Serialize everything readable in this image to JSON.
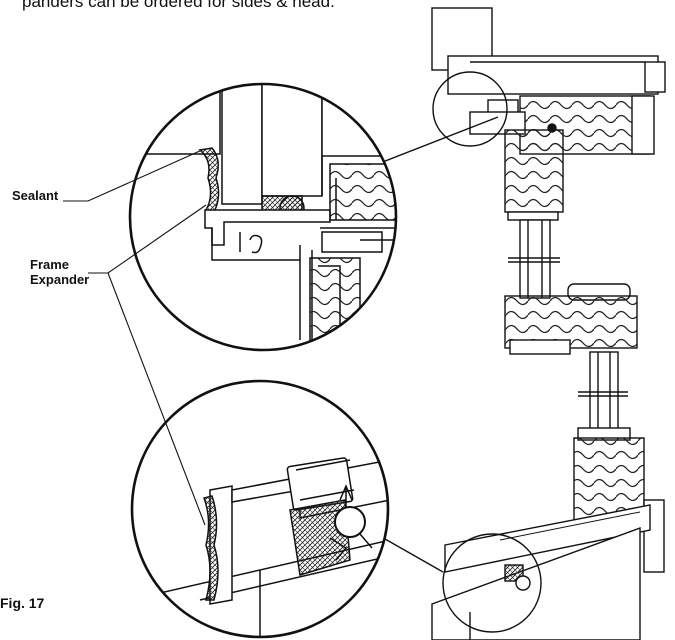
{
  "caption": "panders can be ordered for sides & head.",
  "labels": {
    "sealant": "Sealant",
    "frame_expander_line1": "Frame",
    "frame_expander_line2": "Expander",
    "figure": "Fig. 17"
  }
}
